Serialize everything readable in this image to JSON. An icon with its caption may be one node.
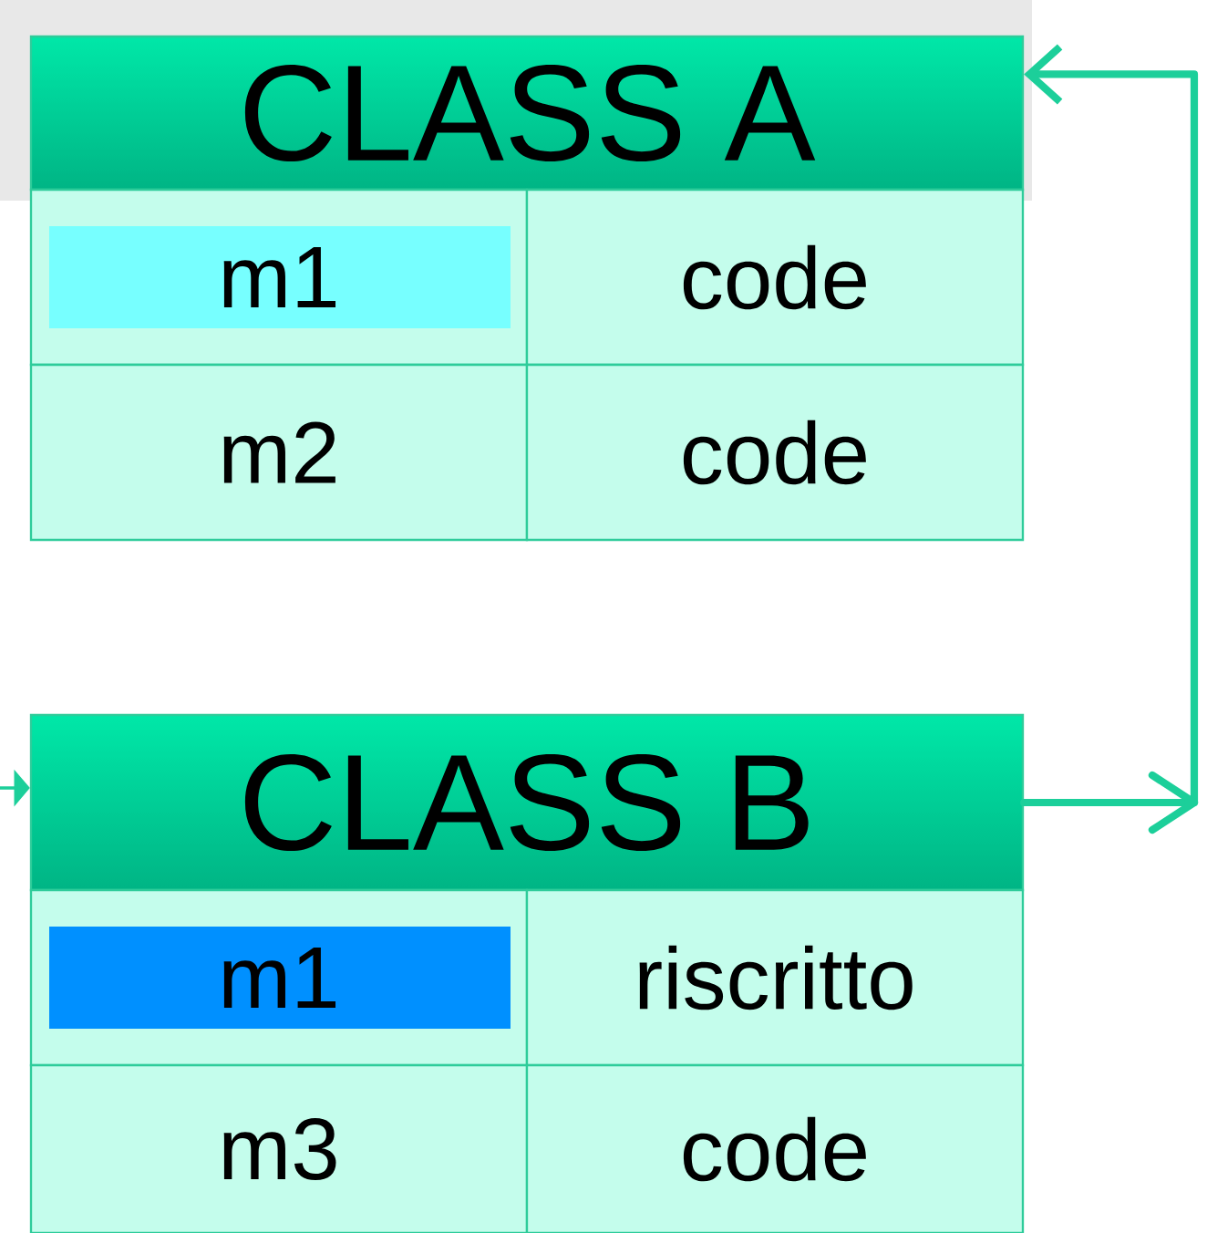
{
  "diagram": {
    "nodes": [
      {
        "text": [
          "CLASS A"
        ]
      },
      {
        "text": [
          "CLASS B"
        ]
      }
    ],
    "edges": [
      {
        "from": 1,
        "to": 0,
        "arrow": "to",
        "style": "thick"
      },
      {
        "from": null,
        "to": 1,
        "arrow": "to"
      }
    ],
    "labels": [
      "m1",
      "code",
      "m2",
      "code",
      "m1",
      "riscritto",
      "m3",
      "code"
    ]
  }
}
